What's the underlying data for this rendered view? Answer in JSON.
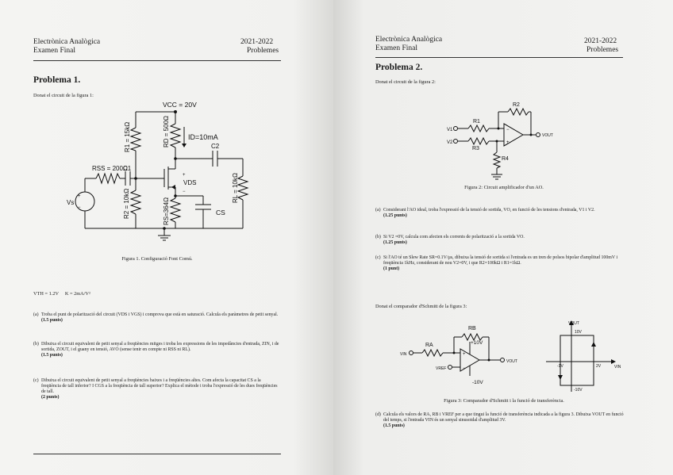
{
  "left_page": {
    "header": {
      "course": "Electrònica Analògica",
      "exam": "Examen Final",
      "year": "2021-2022",
      "type": "Problemes"
    },
    "title": "Problema 1.",
    "intro": "Donat el circuit de la figura 1:",
    "circuit": {
      "vcc": "VCC = 20V",
      "r1": "R1 = 15kΩ",
      "rd": "RD = 500Ω",
      "id": "ID=10mA",
      "c2": "C2",
      "rss": "RSS = 200Ω",
      "c1": "C1",
      "vds": "VDS",
      "rl": "RL = 10kΩ",
      "vs": "Vs",
      "r2": "R2 = 10kΩ",
      "rs": "RS=364Ω",
      "cs": "CS"
    },
    "caption": "Figura 1. Configuració Font Comú.",
    "params": "VTH = 1.2V     K = 2mA/V²",
    "questions": [
      {
        "label": "(a)",
        "text": "Troba el punt de polarització del circuit (VDS i VGS) i comprova que està en saturació. Calcula els paràmetres de petit senyal.",
        "points": "(1.5 punts)"
      },
      {
        "label": "(b)",
        "text": "Dibuixa el circuit equivalent de petit senyal a freqüències mitges i troba les expressions de les impedàncies d'entrada, ZIN, i de sortida, ZOUT, i el guany en tensió, AVO (sense tenir en compte ni RSS ni RL).",
        "points": "(1.5 punts)"
      },
      {
        "label": "(c)",
        "text": "Dibuixa el circuit equivalent de petit senyal a freqüències baixes i a freqüències altes. Com afecta la capacitat CS a la freqüència de tall inferior? I CGS a la freqüència de tall superior? Explica el mètode i troba l'expressió de les dues freqüències de tall.",
        "points": "(2 punts)"
      }
    ]
  },
  "right_page": {
    "header": {
      "course": "Electrònica Analògica",
      "exam": "Examen Final",
      "year": "2021-2022",
      "type": "Problemes"
    },
    "title": "Problema 2.",
    "intro": "Donat el circuit de la figura 2:",
    "fig2": {
      "r2": "R2",
      "r1": "R1",
      "r3": "R3",
      "r4": "R4",
      "v1": "V1",
      "v2": "V2",
      "vout": "VOUT"
    },
    "caption2": "Figura 2: Circuit amplificador d'un AO.",
    "questions": [
      {
        "label": "(a)",
        "text": "Considerant l'AO ideal, troba l'expressió de la tensió de sortida, VO, en funció de les tensions d'entrada, V1 i V2.",
        "points": "(1.25 punts)"
      },
      {
        "label": "(b)",
        "text": "Si V2 =0V, calcula com afecten els corrents de polarització a la sortida VO.",
        "points": "(1.25 punts)"
      },
      {
        "label": "(c)",
        "text": "Si l'AO té un Slew Rate SR=0.1V/µs, dibuixa la tensió de sortida si l'entrada es un tren de polsos bipolar d'amplitud 100mV i freqüència 1kHz, considerant de nou V2=0V, i que R2=100kΩ i R1=1kΩ.",
        "points": "(1 punt)"
      }
    ],
    "intro3": "Donat el comparador d'Schmitt de la figura 3:",
    "fig3": {
      "rb": "RB",
      "ra": "RA",
      "vin": "VIN",
      "vref": "VREF",
      "plus10": "+10V",
      "minus10": "-10V",
      "vout": "VOUT",
      "g_vout": "VOUT",
      "g_10v": "10V",
      "g_minus1v": "-1V",
      "g_2v": "2V",
      "g_vin": "VIN",
      "g_minus10v": "-10V"
    },
    "caption3": "Figura 3: Comparador d'Schmitt i la funció de transferència.",
    "question_d": {
      "label": "(d)",
      "text": "Calcula els valors de RA, RB i VREF per a que tingui la funció de transferència indicada a la figura 3. Dibuixa VOUT en funció del temps, si l'entrada VIN és un senyal sinusoidal d'amplitud 3V.",
      "points": "(1.5 punts)"
    }
  }
}
